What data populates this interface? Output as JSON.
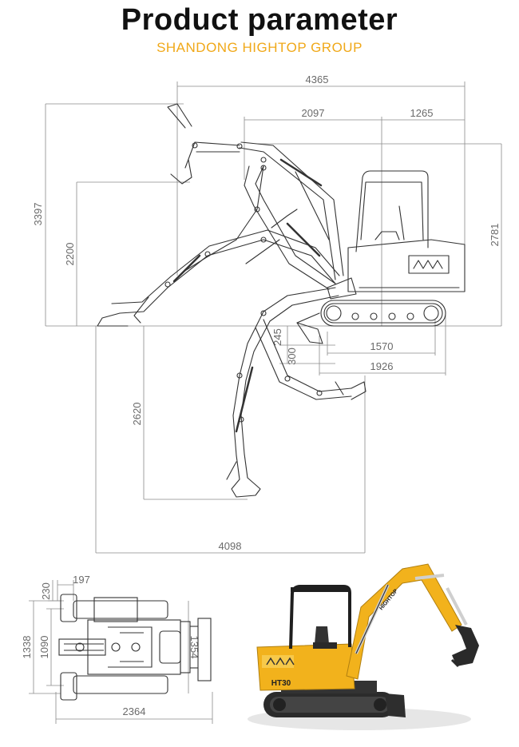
{
  "header": {
    "title": "Product parameter",
    "subtitle": "SHANDONG HIGHTOP GROUP"
  },
  "side_view": {
    "dimensions": {
      "overall_length": "4365",
      "arm_reach_length": "2097",
      "tail_length": "1265",
      "max_dig_height": "3397",
      "max_dump_height": "2200",
      "overall_height": "2781",
      "blade_lift": "245",
      "blade_depth": "300",
      "track_ground_length": "1570",
      "track_length": "1926",
      "max_dig_depth": "2620",
      "max_dig_radius": "4098"
    }
  },
  "top_view": {
    "dimensions": {
      "width_offset": "197",
      "top_offset": "230",
      "total_width": "1338",
      "track_width": "1090",
      "blade_width": "1354",
      "total_length": "2364"
    }
  },
  "product_photo": {
    "model_label": "HT30",
    "brand_label": "HIGHTOP",
    "colors": {
      "body": "#f2b21c",
      "dark": "#222222",
      "steel": "#3a3a3a"
    }
  }
}
